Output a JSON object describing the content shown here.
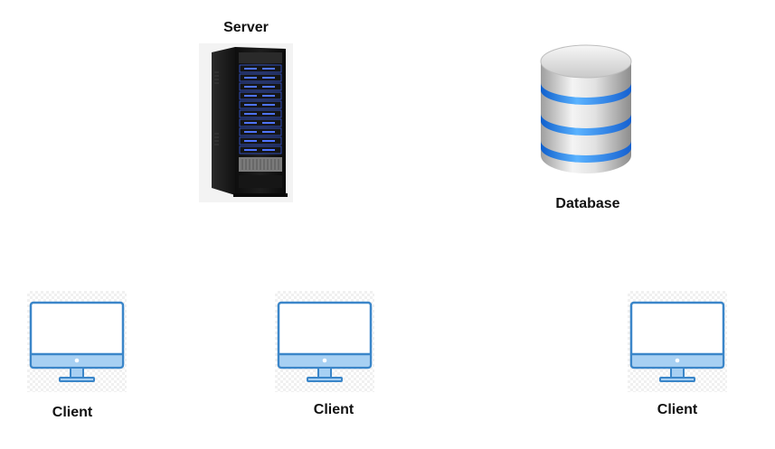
{
  "diagram": {
    "server": {
      "label": "Server",
      "icon": "server-rack-icon"
    },
    "database": {
      "label": "Database",
      "icon": "database-cylinder-icon",
      "accent": "#2f8cf0"
    },
    "clients": [
      {
        "label": "Client",
        "icon": "monitor-icon"
      },
      {
        "label": "Client",
        "icon": "monitor-icon"
      },
      {
        "label": "Client",
        "icon": "monitor-icon"
      }
    ],
    "colors": {
      "monitor_stroke": "#3b86c9",
      "monitor_fill": "#a7d0f3",
      "server_body": "#1a1a1a",
      "server_led": "#3a5de0"
    }
  }
}
